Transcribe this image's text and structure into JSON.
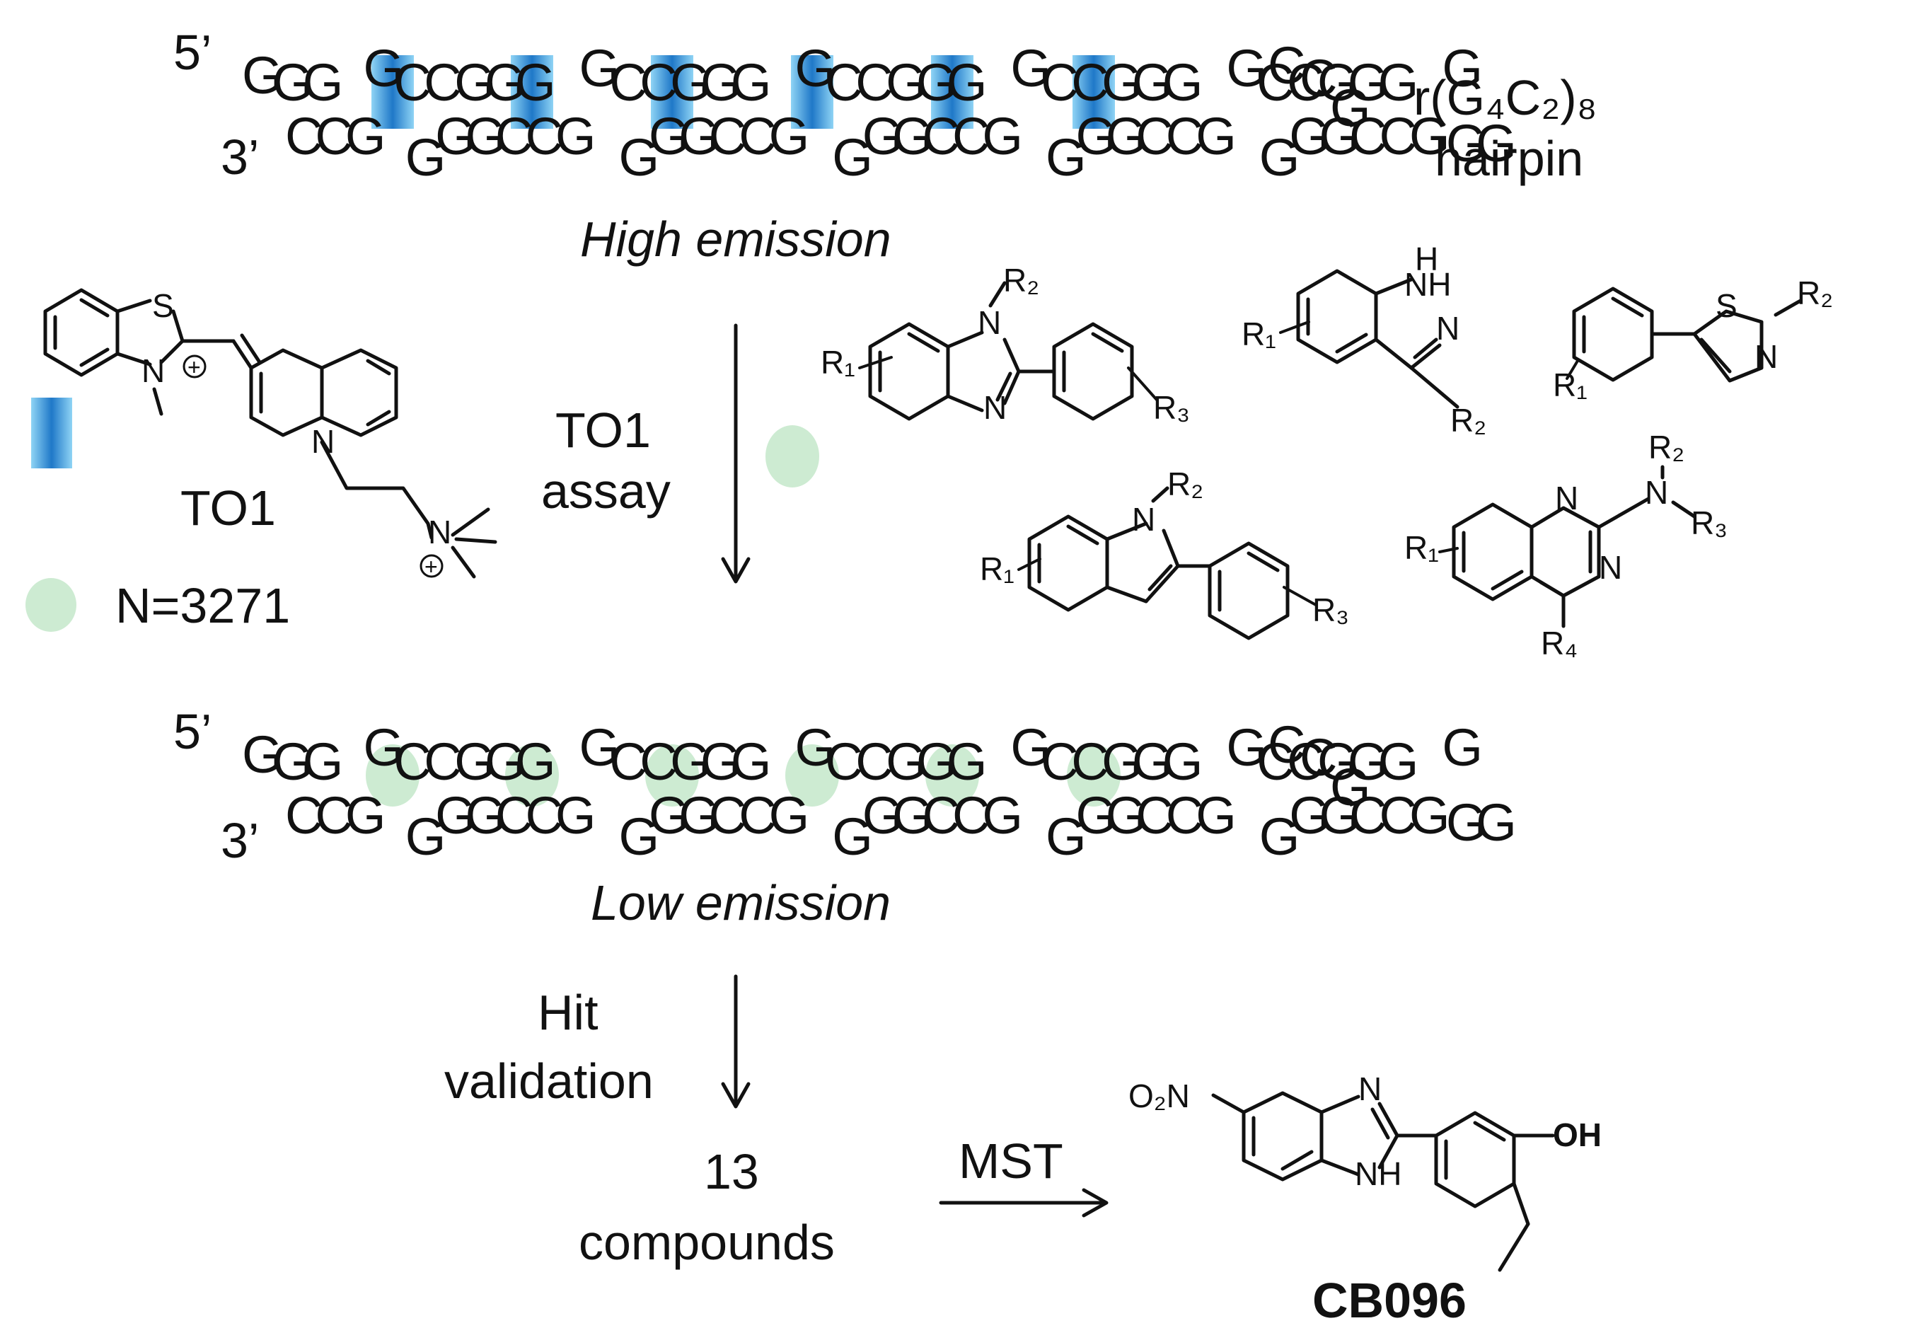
{
  "colors": {
    "dye_blue_dark": "#1f78c8",
    "dye_blue_light": "#8fd4f5",
    "compound_green": "#cdebd2",
    "ink": "#111111"
  },
  "top_hairpin": {
    "five_prime": "5’",
    "three_prime": "3’",
    "name_line1": "r(G₄C₂)₈",
    "name_line2": "hairpin",
    "emission": "High emission",
    "bound_marker": "dye-bar"
  },
  "bottom_hairpin": {
    "five_prime": "5’",
    "three_prime": "3’",
    "emission": "Low emission",
    "bound_marker": "compound-ellipse"
  },
  "hairpin_sequence": {
    "top_strand": [
      "G",
      "G",
      "G",
      "G",
      "C",
      "C",
      "G",
      "G",
      "G",
      "G",
      "C",
      "C",
      "G",
      "G",
      "G",
      "G",
      "C",
      "C",
      "G",
      "G",
      "G",
      "G",
      "C",
      "C",
      "G",
      "G",
      "G",
      "G",
      "C",
      "C",
      "G",
      "G",
      "G",
      "G",
      "C",
      "C",
      "G"
    ],
    "bottom_strand": [
      "C",
      "C",
      "G",
      "G",
      "G",
      "G",
      "C",
      "C",
      "G",
      "G",
      "G",
      "G",
      "C",
      "C",
      "G",
      "G",
      "G",
      "G",
      "C",
      "C",
      "G",
      "G",
      "G",
      "G",
      "C",
      "C",
      "G",
      "G",
      "G",
      "G",
      "C",
      "C",
      "G",
      "G",
      "G"
    ]
  },
  "legend": {
    "dye_name": "TO1",
    "library_size": "N=3271"
  },
  "steps": {
    "assay_line1": "TO1",
    "assay_line2": "assay",
    "validation_line1": "Hit",
    "validation_line2": "validation",
    "hits_line1": "13",
    "hits_line2": "compounds",
    "method": "MST",
    "final_compound": "CB096"
  },
  "scaffolds": [
    {
      "kind": "benzimidazole",
      "substituents": [
        "R1",
        "R2",
        "R3"
      ]
    },
    {
      "kind": "indazole",
      "substituents": [
        "R1",
        "R2"
      ]
    },
    {
      "kind": "phenylthiazole",
      "substituents": [
        "R1",
        "R2"
      ]
    },
    {
      "kind": "indole",
      "substituents": [
        "R1",
        "R2",
        "R3"
      ]
    },
    {
      "kind": "quinazoline",
      "substituents": [
        "R1",
        "R2",
        "R3",
        "R4"
      ]
    }
  ],
  "atoms": {
    "S": "S",
    "N": "N",
    "H": "H",
    "NH": "NH",
    "O2N": "O₂N",
    "OH": "OH",
    "plus": "+",
    "R1": "R₁",
    "R2": "R₂",
    "R3": "R₃",
    "R4": "R₄"
  }
}
